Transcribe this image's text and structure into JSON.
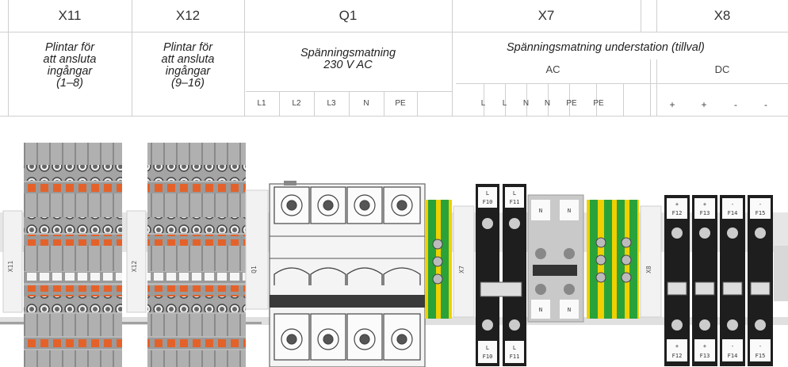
{
  "columns": [
    {
      "id": "X11",
      "title": "X11",
      "description": [
        "Plintar för",
        "att ansluta",
        "ingångar",
        "(1–8)"
      ]
    },
    {
      "id": "X12",
      "title": "X12",
      "description": [
        "Plintar för",
        "att ansluta",
        "ingångar",
        "(9–16)"
      ]
    },
    {
      "id": "Q1",
      "title": "Q1",
      "description": [
        "Spänningsmatning",
        "230 V AC"
      ],
      "terminals": [
        "L1",
        "L2",
        "L3",
        "N",
        "PE"
      ]
    },
    {
      "id": "X7",
      "title": "X7",
      "subgroup": "AC",
      "terminals": [
        "L",
        "L",
        "N",
        "N",
        "PE",
        "PE"
      ]
    },
    {
      "id": "X8",
      "title": "X8",
      "subgroup": "DC",
      "terminals": [
        "+",
        "+",
        "-",
        "-"
      ]
    }
  ],
  "x7x8_description": "Spänningsmatning understation (tillval)",
  "device_labels": {
    "x11": "X11",
    "x12": "X12",
    "q1": "Q1",
    "x7": "X7",
    "x8": "X8"
  },
  "x7_fuse_labels": {
    "top": [
      "L",
      "L"
    ],
    "top_ids": [
      "F10",
      "F11"
    ],
    "bottom": [
      "L",
      "L"
    ],
    "bottom_ids": [
      "F10",
      "F11"
    ],
    "mid": [
      "N",
      "N"
    ]
  },
  "x8_fuse_labels": {
    "top": [
      "+",
      "+",
      "-",
      "-"
    ],
    "top_ids": [
      "F12",
      "F13",
      "F14",
      "F15"
    ],
    "bottom": [
      "+",
      "+",
      "-",
      "-"
    ],
    "bottom_ids": [
      "F12",
      "F13",
      "F14",
      "F15"
    ]
  }
}
